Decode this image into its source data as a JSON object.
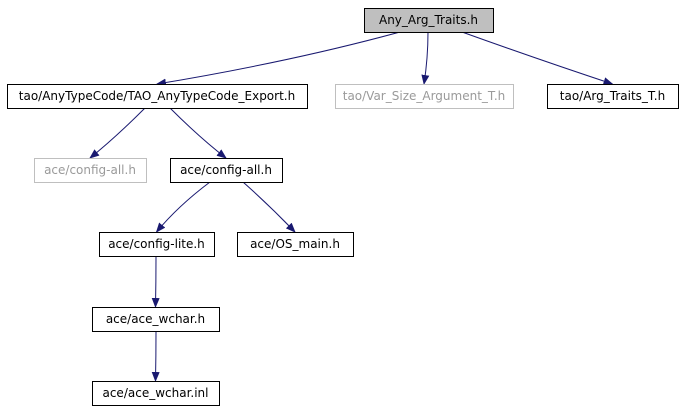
{
  "diagram": {
    "nodes": [
      {
        "id": "root",
        "label": "Any_Arg_Traits.h",
        "style": "root"
      },
      {
        "id": "export",
        "label": "tao/AnyTypeCode/TAO_AnyTypeCode_Export.h",
        "style": "normal"
      },
      {
        "id": "varsize",
        "label": "tao/Var_Size_Argument_T.h",
        "style": "muted"
      },
      {
        "id": "argtraits",
        "label": "tao/Arg_Traits_T.h",
        "style": "normal"
      },
      {
        "id": "configall_muted",
        "label": "ace/config-all.h",
        "style": "muted"
      },
      {
        "id": "configall",
        "label": "ace/config-all.h",
        "style": "normal"
      },
      {
        "id": "configlite",
        "label": "ace/config-lite.h",
        "style": "normal"
      },
      {
        "id": "osmain",
        "label": "ace/OS_main.h",
        "style": "normal"
      },
      {
        "id": "acewchar",
        "label": "ace/ace_wchar.h",
        "style": "normal"
      },
      {
        "id": "acewcharinl",
        "label": "ace/ace_wchar.inl",
        "style": "normal"
      }
    ],
    "edges": [
      {
        "from": "root",
        "to": "export"
      },
      {
        "from": "root",
        "to": "varsize"
      },
      {
        "from": "root",
        "to": "argtraits"
      },
      {
        "from": "export",
        "to": "configall_muted"
      },
      {
        "from": "export",
        "to": "configall"
      },
      {
        "from": "configall",
        "to": "configlite"
      },
      {
        "from": "configall",
        "to": "osmain"
      },
      {
        "from": "configlite",
        "to": "acewchar"
      },
      {
        "from": "acewchar",
        "to": "acewcharinl"
      }
    ],
    "colors": {
      "edge": "#191970",
      "root_fill": "#bfbfbf",
      "node_border": "#000000",
      "muted_border": "#bfbfbf",
      "muted_text": "#9a9a9a"
    }
  }
}
